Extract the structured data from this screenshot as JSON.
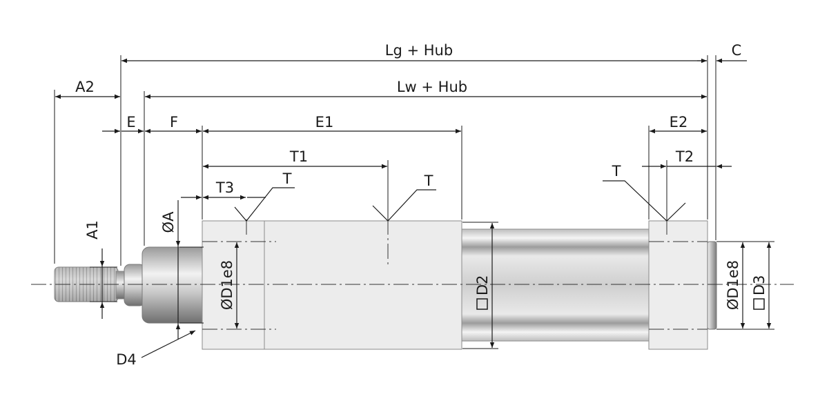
{
  "labels": {
    "lg_hub": "Lg + Hub",
    "lw_hub": "Lw + Hub",
    "a2": "A2",
    "c": "C",
    "e": "E",
    "f": "F",
    "e1": "E1",
    "e2": "E2",
    "t1": "T1",
    "t2": "T2",
    "t3": "T3",
    "t_left": "T",
    "t_mid": "T",
    "t_right": "T",
    "a1": "A1",
    "phi_a": "ØA",
    "phi_d1e8_left": "ØD1e8",
    "phi_d1e8_right": "ØD1e8",
    "sq_d2": "D2",
    "sq_d3": "D3",
    "d4": "D4"
  }
}
